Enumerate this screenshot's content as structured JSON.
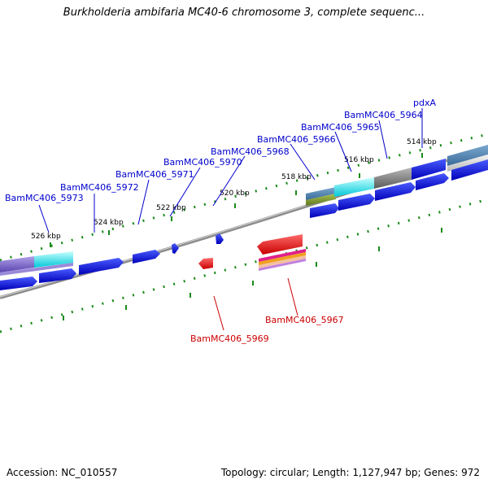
{
  "title": "Burkholderia ambifaria MC40-6 chromosome 3, complete sequenc...",
  "footer": {
    "accession": "Accession: NC_010557",
    "topology": "Topology: circular; Length: 1,127,947 bp; Genes: 972"
  },
  "colors": {
    "forward_label": "#0000cc",
    "reverse_label": "#cc0000",
    "tick": "#1a8a1a",
    "backbone": "#808080",
    "forward_cds": "#0000dd",
    "reverse_cds": "#ee0000"
  },
  "ruler_labels": [
    "526 kbp",
    "524 kbp",
    "522 kbp",
    "520 kbp",
    "518 kbp",
    "516 kbp",
    "514 kbp"
  ],
  "forward_genes": [
    "BamMC406_5973",
    "BamMC406_5972",
    "BamMC406_5971",
    "BamMC406_5970",
    "BamMC406_5968",
    "BamMC406_5966",
    "BamMC406_5965",
    "BamMC406_5964",
    "pdxA"
  ],
  "reverse_genes": [
    "BamMC406_5969",
    "BamMC406_5967"
  ]
}
